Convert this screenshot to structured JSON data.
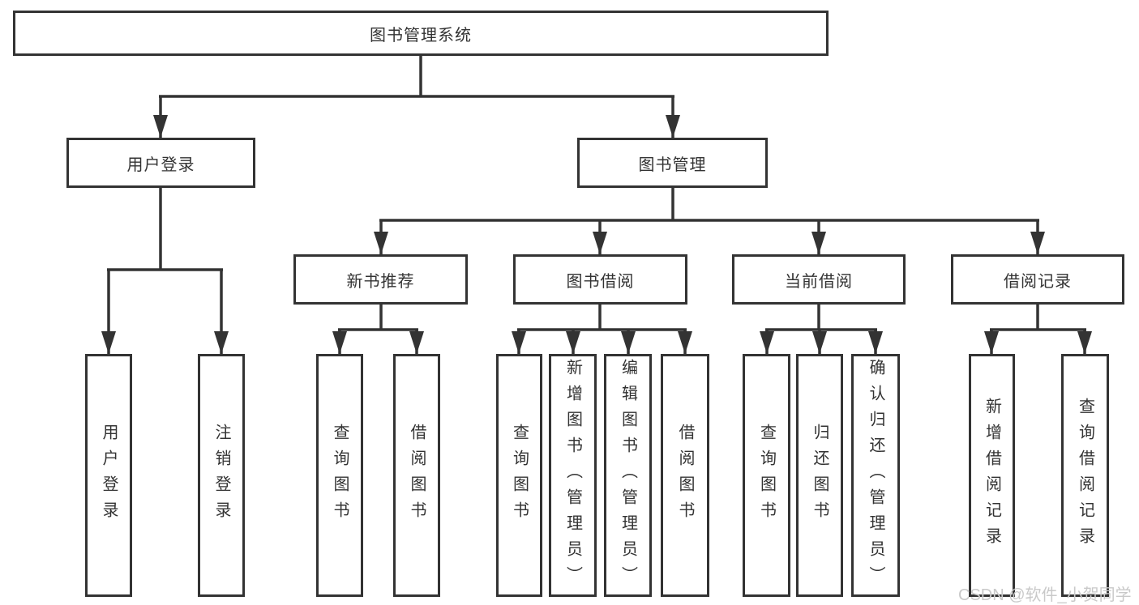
{
  "diagram": {
    "title": "图书管理系统",
    "branches": [
      {
        "label": "用户登录",
        "children": [
          {
            "label": "用户登录"
          },
          {
            "label": "注销登录"
          }
        ]
      },
      {
        "label": "图书管理",
        "children": [
          {
            "label": "新书推荐",
            "children": [
              {
                "label": "查询图书"
              },
              {
                "label": "借阅图书"
              }
            ]
          },
          {
            "label": "图书借阅",
            "children": [
              {
                "label": "查询图书"
              },
              {
                "label": "新增图书（管理员）"
              },
              {
                "label": "编辑图书（管理员）"
              },
              {
                "label": "借阅图书"
              }
            ]
          },
          {
            "label": "当前借阅",
            "children": [
              {
                "label": "查询图书"
              },
              {
                "label": "归还图书"
              },
              {
                "label": "确认归还（管理员）"
              }
            ]
          },
          {
            "label": "借阅记录",
            "children": [
              {
                "label": "新增借阅记录"
              },
              {
                "label": "查询借阅记录"
              }
            ]
          }
        ]
      }
    ]
  },
  "watermark": {
    "text": "CSDN @软件_小贺同学"
  },
  "colors": {
    "line": "#333333",
    "box_border": "#333333",
    "box_fill": "#ffffff",
    "text": "#333333",
    "watermark": "#c9c9c9"
  }
}
